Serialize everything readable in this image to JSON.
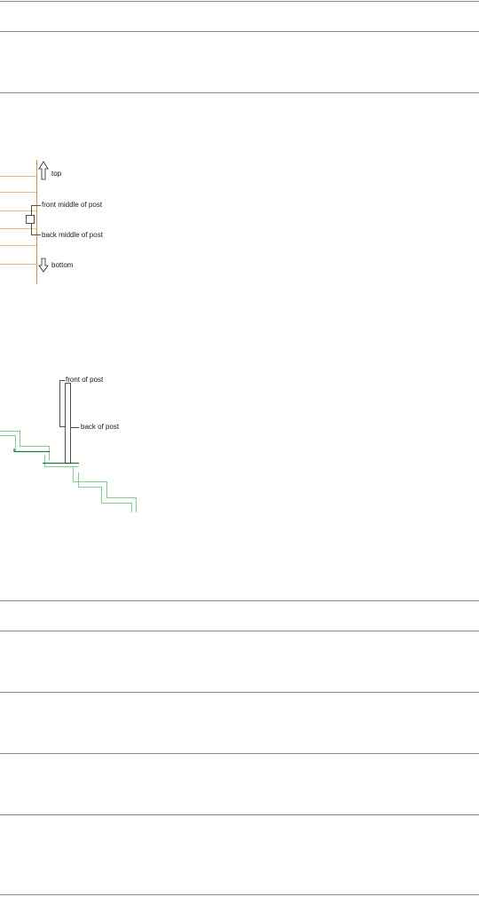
{
  "figure1": {
    "labels": {
      "top": "top",
      "front_middle": "front middle of post",
      "back_middle": "back middle of post",
      "bottom": "bottom"
    },
    "colors": {
      "guide": "#e6c07a",
      "post_line": "#c99a4a",
      "ink": "#222222"
    }
  },
  "figure2": {
    "labels": {
      "front": "front of post",
      "back": "back of post"
    },
    "colors": {
      "stair_light": "#7fcf95",
      "stair_dark": "#1e7a3a",
      "ink": "#222222"
    }
  }
}
